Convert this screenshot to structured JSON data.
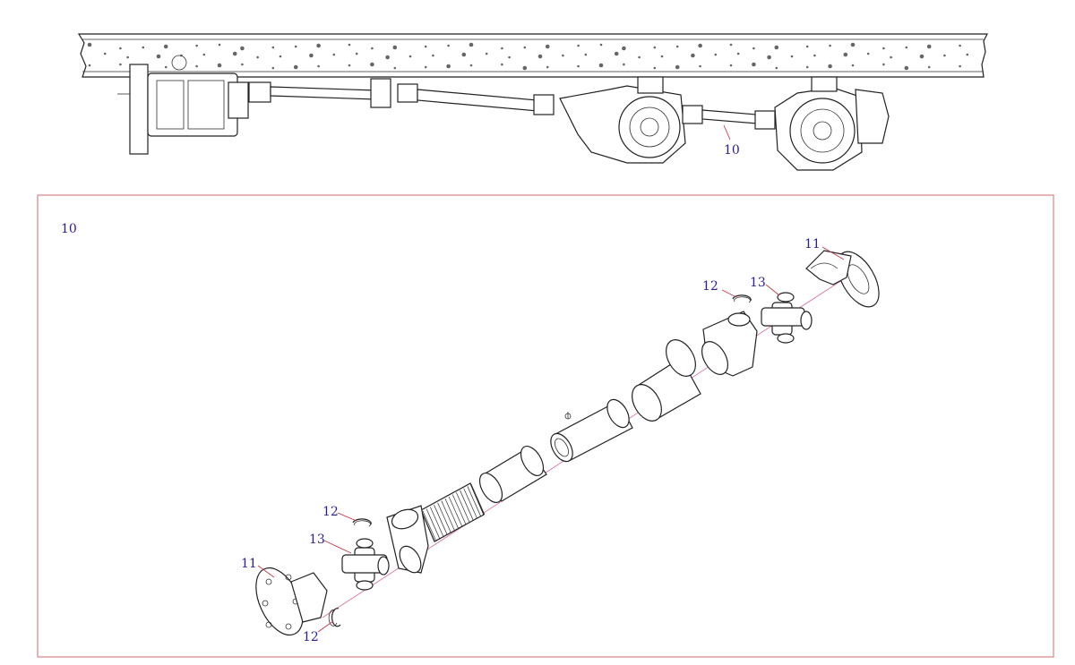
{
  "overview": {
    "callout_label": "10"
  },
  "detail": {
    "group_label": "10",
    "callouts": {
      "flange_top": "11",
      "snapring_top": "12",
      "cross_top": "13",
      "snapring_left": "12",
      "cross_left": "13",
      "flange_left": "11",
      "snapring_bottom": "12"
    }
  },
  "colors": {
    "frame_border": "#d9848a",
    "callout_text": "#2a1f8f",
    "leader_line": "#c0394a",
    "drawing_line": "#222222"
  }
}
